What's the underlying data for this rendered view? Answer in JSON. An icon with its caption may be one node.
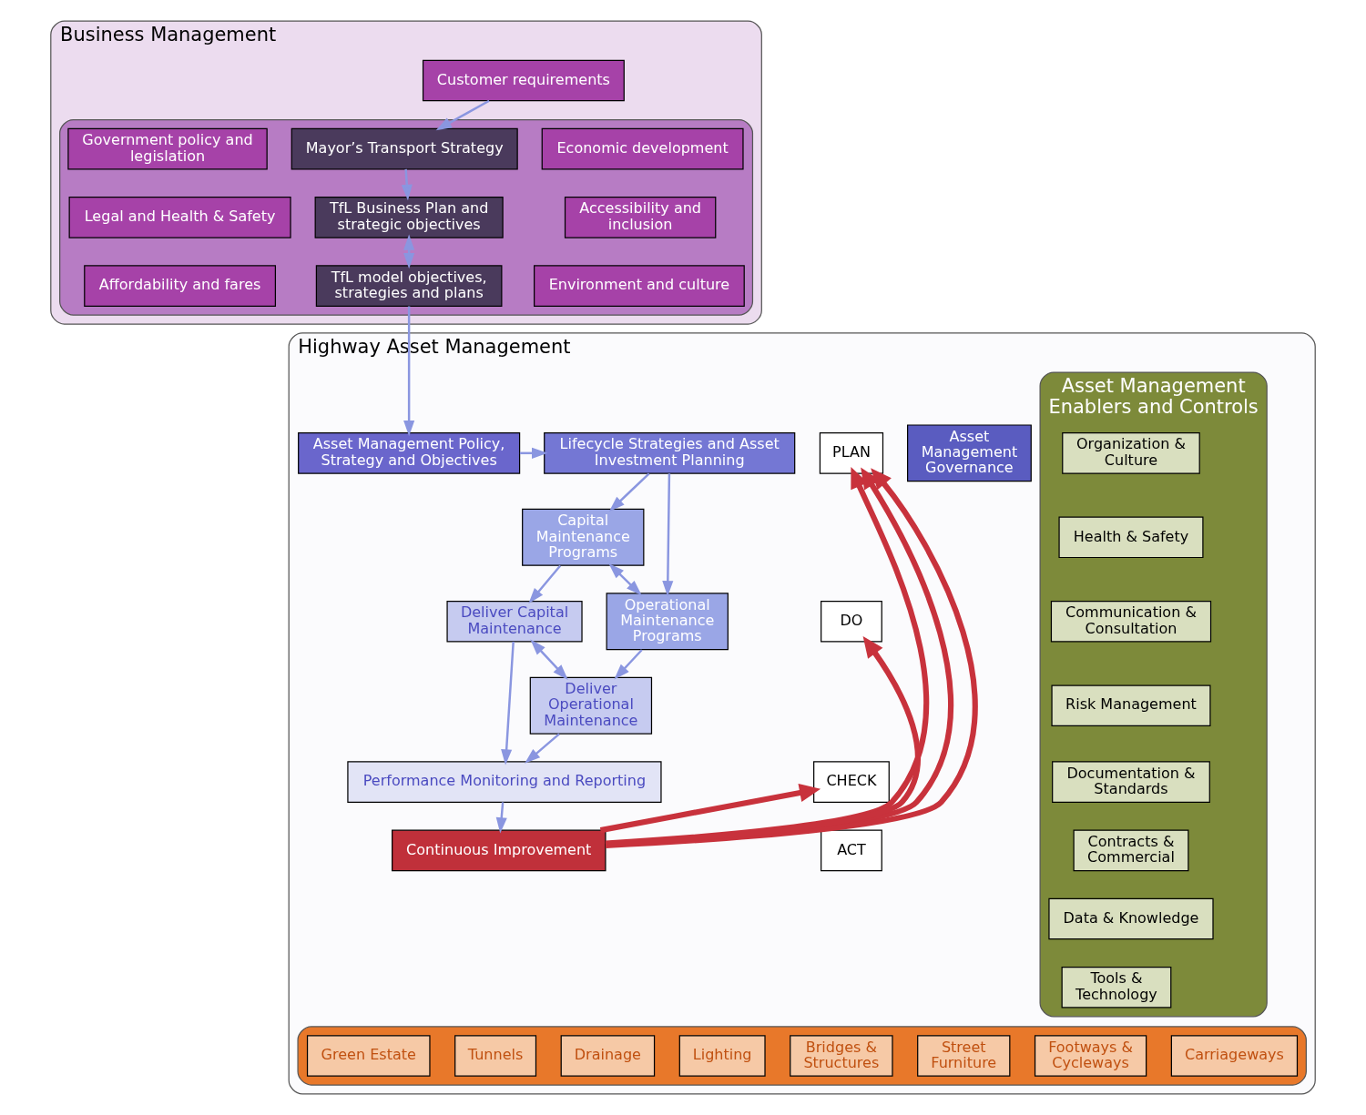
{
  "diagram": {
    "nodes": [
      {
        "text": [
          "Business Management"
        ]
      },
      {
        "text": [
          "Customer requirements"
        ],
        "in": 0
      },
      {
        "text": [],
        "shape": "box",
        "in": 0
      },
      {
        "text": [
          "Economic development"
        ],
        "in": 2
      },
      {
        "text": [
          "Accessibility and inclusion"
        ],
        "in": 2
      },
      {
        "text": [
          "Environment and culture"
        ],
        "in": 2
      },
      {
        "text": [
          "Mayor’s Transport Strategy"
        ],
        "in": 2
      },
      {
        "text": [
          "TfL Business Plan and strategic objectives"
        ],
        "in": 2
      },
      {
        "text": [
          "TfL model objectives, strategies and plans"
        ],
        "in": 2
      },
      {
        "text": [
          "Government policy and legislation"
        ],
        "in": 2
      },
      {
        "text": [
          "Legal and Health & Safety"
        ],
        "in": 2
      },
      {
        "text": [
          "Affordability and fares"
        ],
        "in": 2
      },
      {
        "text": [
          "Highway Asset Management"
        ]
      },
      {
        "text": [
          "Asset Management Governance"
        ],
        "in": 12
      },
      {
        "text": [
          "PLAN"
        ],
        "in": 12
      },
      {
        "text": [
          "DO"
        ],
        "in": 12
      },
      {
        "text": [
          "CHECK"
        ],
        "in": 12
      },
      {
        "text": [
          "ACT"
        ],
        "in": 12
      },
      {
        "text": [
          "Asset Management Policy, Strategy and Objectives"
        ],
        "in": 12
      },
      {
        "text": [
          "Lifecycle Strategies and Asset Investment Planning"
        ],
        "in": 12
      },
      {
        "text": [
          "Capital Maintenance Programs"
        ],
        "in": 12
      },
      {
        "text": [
          "Operational Maintenance Programs"
        ],
        "in": 12
      },
      {
        "text": [
          "Deliver Capital Maintenance"
        ],
        "in": 12
      },
      {
        "text": [
          "Deliver Operational Maintenance"
        ],
        "in": 12
      },
      {
        "text": [
          "Performance Monitoring and Reporting"
        ],
        "in": 12
      },
      {
        "text": [
          "Continuous Improvement"
        ],
        "in": 12
      },
      {
        "text": [
          "Asset Management Enablers and Controls"
        ],
        "in": 12
      },
      {
        "text": [
          "Organization & Culture"
        ],
        "in": 26
      },
      {
        "text": [
          "Health & Safety"
        ],
        "in": 26
      },
      {
        "text": [
          "Communication & Consultation"
        ],
        "in": 26
      },
      {
        "text": [
          "Risk Management"
        ],
        "in": 26
      },
      {
        "text": [
          "Documentation & Standards"
        ],
        "in": 26
      },
      {
        "text": [
          "Contracts & Commercial"
        ],
        "in": 26
      },
      {
        "text": [
          "Data & Knowledge"
        ],
        "in": 26
      },
      {
        "text": [
          "Tools & Technology"
        ],
        "in": 26
      },
      {
        "text": [],
        "shape": "box",
        "in": 12
      },
      {
        "text": [
          "Carriageways"
        ],
        "in": 35
      },
      {
        "text": [
          "Footways & Cycleways"
        ],
        "in": 35
      },
      {
        "text": [
          "Bridges & Structures"
        ],
        "in": 35
      },
      {
        "text": [
          "Tunnels"
        ],
        "in": 35
      },
      {
        "text": [
          "Lighting"
        ],
        "in": 35
      },
      {
        "text": [
          "Drainage"
        ],
        "in": 35
      },
      {
        "text": [
          "Street Furniture"
        ],
        "in": 35
      },
      {
        "text": [
          "Green Estate"
        ],
        "in": 35
      }
    ],
    "edges": [
      {
        "from": 1,
        "to": 6,
        "arrow": "to"
      },
      {
        "from": 6,
        "to": 7,
        "arrow": "to"
      },
      {
        "from": 7,
        "to": 8,
        "arrow": "both"
      },
      {
        "from": 8,
        "to": 18,
        "arrow": "to"
      },
      {
        "from": 18,
        "to": 19,
        "arrow": "to"
      },
      {
        "from": 19,
        "to": 20,
        "arrow": "to"
      },
      {
        "from": 19,
        "to": 21,
        "arrow": "to"
      },
      {
        "from": 20,
        "to": 21,
        "arrow": "both"
      },
      {
        "from": 20,
        "to": 22,
        "arrow": "to"
      },
      {
        "from": 21,
        "to": 23,
        "arrow": "to"
      },
      {
        "from": 22,
        "to": 23,
        "arrow": "both"
      },
      {
        "from": 22,
        "to": 24,
        "arrow": "to"
      },
      {
        "from": 23,
        "to": 24,
        "arrow": "to"
      },
      {
        "from": 24,
        "to": 25,
        "arrow": "to"
      },
      {
        "from": 25,
        "to": 14,
        "arrow": "to",
        "style": "thick",
        "color": "#c8323c"
      },
      {
        "from": 25,
        "to": 14,
        "arrow": "to",
        "style": "thick",
        "color": "#c8323c"
      },
      {
        "from": 25,
        "to": 14,
        "arrow": "to",
        "style": "thick",
        "color": "#c8323c"
      },
      {
        "from": 25,
        "to": 15,
        "arrow": "to",
        "style": "thick",
        "color": "#c8323c"
      },
      {
        "from": 25,
        "to": 16,
        "arrow": "to",
        "style": "thick",
        "color": "#c8323c"
      }
    ]
  }
}
